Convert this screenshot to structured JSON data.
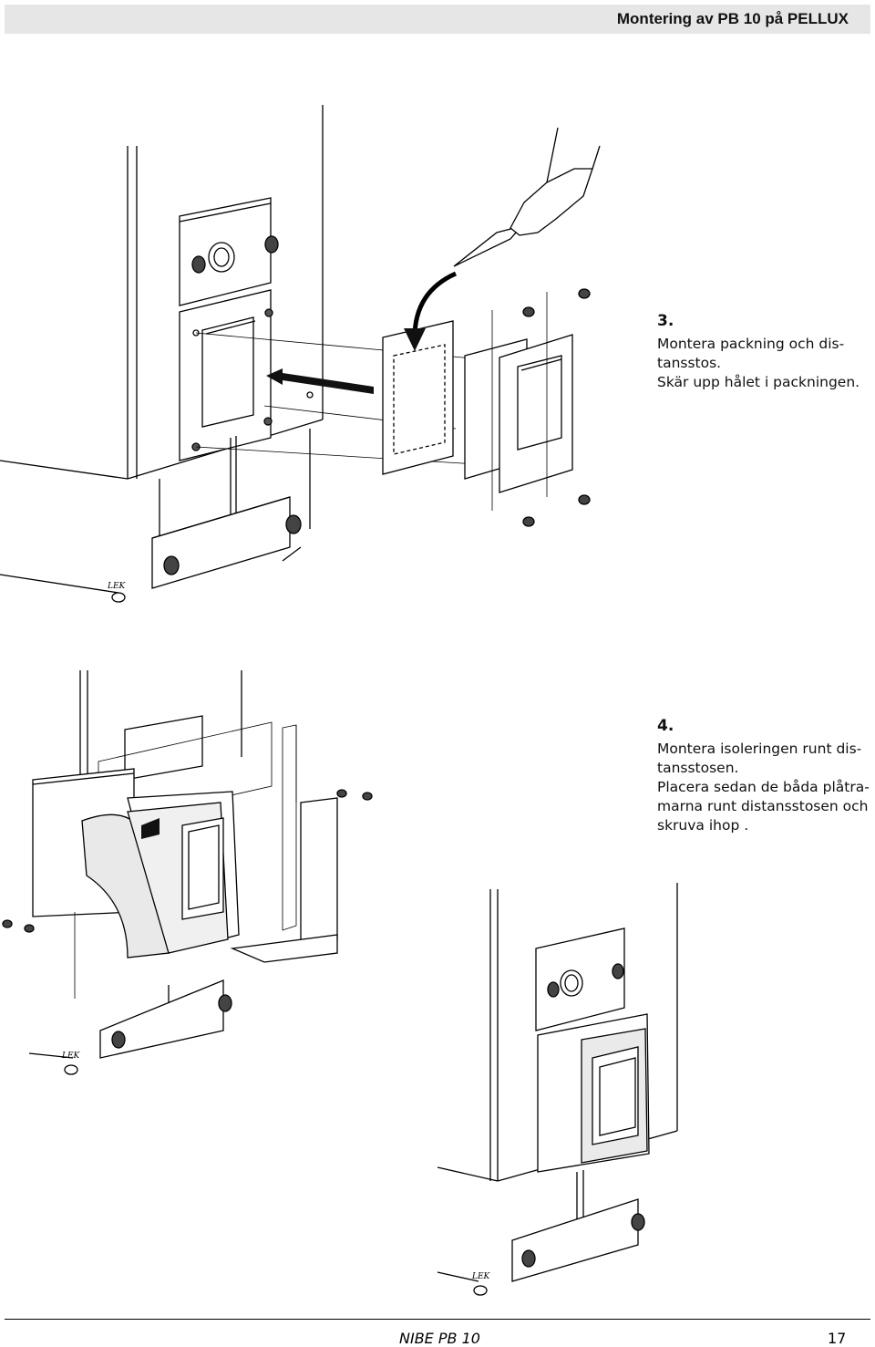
{
  "header": {
    "title": "Montering av PB 10 på PELLUX"
  },
  "steps": [
    {
      "number": "3.",
      "lines": [
        "Montera packning och dis-",
        "tansstos.",
        "Skär upp hålet i packningen."
      ]
    },
    {
      "number": "4.",
      "lines": [
        "Montera isoleringen runt dis-",
        "tansstosen.",
        "Placera sedan de båda plåtra-",
        "marna runt distansstosen och",
        "skruva ihop ."
      ]
    }
  ],
  "figures": {
    "logo_text": "LEK"
  },
  "footer": {
    "brand": "NIBE PB 10",
    "page": "17"
  }
}
